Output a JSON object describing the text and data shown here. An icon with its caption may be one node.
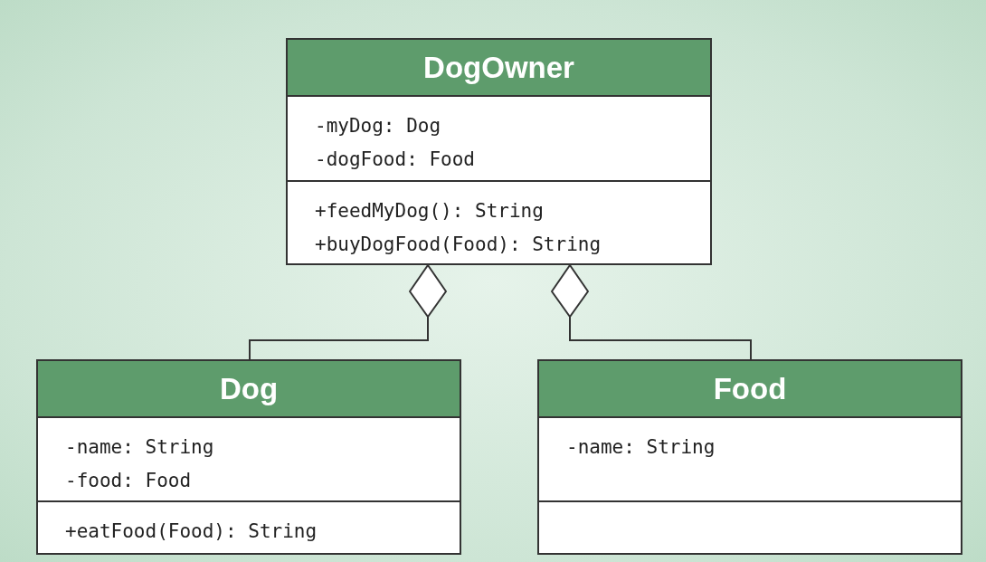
{
  "diagram": {
    "nodes": [
      {
        "text": [
          "DogOwner"
        ]
      },
      {
        "text": [
          "-myDog: Dog",
          "-dogFood: Food"
        ],
        "in": 0
      },
      {
        "text": [
          "+feedMyDog(): String",
          "+buyDogFood(Food): String"
        ],
        "in": 0
      },
      {
        "text": [
          "Dog"
        ]
      },
      {
        "text": [
          "-name: String",
          "-food: Food"
        ],
        "in": 3
      },
      {
        "text": [
          "+eatFood(Food): String"
        ],
        "in": 3
      },
      {
        "text": [
          "Food"
        ]
      },
      {
        "text": [
          "-name: String"
        ],
        "in": 6
      },
      {
        "text": [],
        "shape": "box",
        "in": 6
      }
    ],
    "edges": [
      {
        "from": 3,
        "to": 0,
        "arrow": "other"
      },
      {
        "from": 6,
        "to": 0,
        "arrow": "other"
      }
    ]
  }
}
